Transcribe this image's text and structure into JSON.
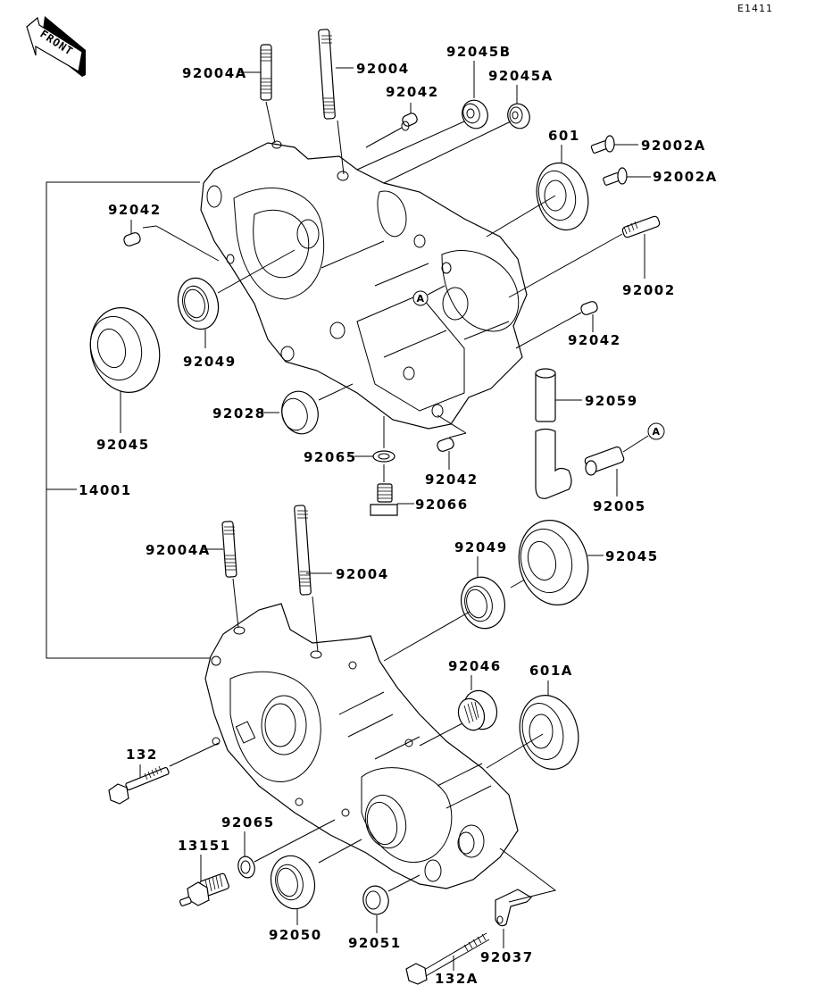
{
  "diagram": {
    "title": "Crankcase exploded parts diagram",
    "figure_code": "E1411",
    "front_arrow_label": "FRONT",
    "reference_marker": "A",
    "assembly_label": "14001",
    "labels": {
      "top_stud_a": "92004A",
      "top_stud": "92004",
      "top_bearing_b": "92045B",
      "top_bearing_a": "92045A",
      "top_dowel_1": "92042",
      "top_bearing_601": "601",
      "top_bolt_1": "92002A",
      "top_bolt_2": "92002A",
      "left_dowel": "92042",
      "top_seal": "92049",
      "left_bearing": "92045",
      "fitting": "92002",
      "right_dowel": "92042",
      "top_collar": "92028",
      "hose": "92059",
      "washer_top": "92065",
      "lower_dowel": "92042",
      "drain_plug": "92066",
      "hose_fitting": "92005",
      "lower_stud_a": "92004A",
      "lower_stud": "92004",
      "lower_seal": "92049",
      "lower_bearing": "92045",
      "needle_bearing": "92046",
      "bearing_601a": "601A",
      "bolt_132": "132",
      "washer_lower": "92065",
      "switch": "13151",
      "seal_92050": "92050",
      "seal_92051": "92051",
      "bracket": "92037",
      "bolt_132a": "132A"
    }
  }
}
